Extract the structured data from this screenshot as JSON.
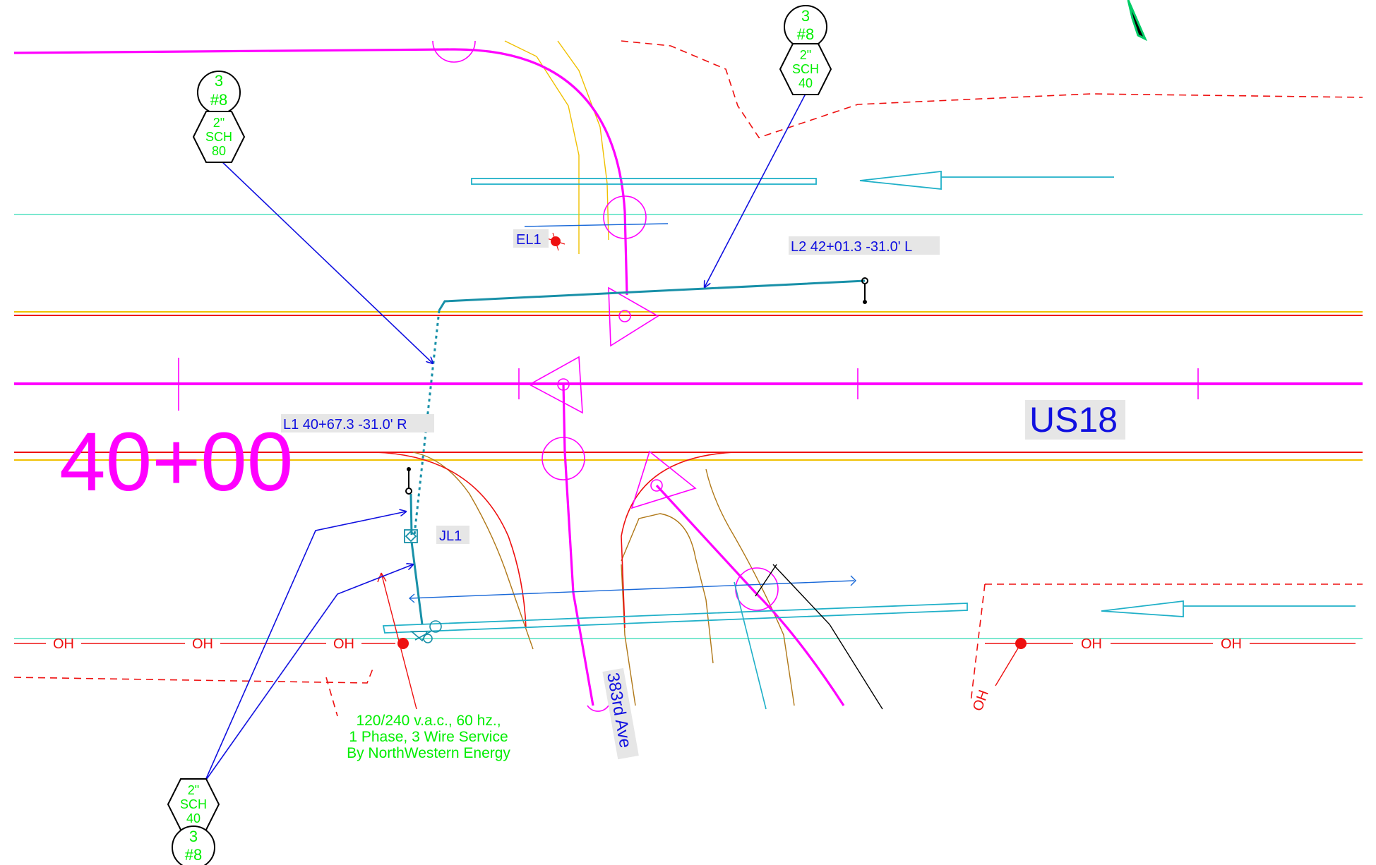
{
  "station_label": "40+00",
  "road_label": "US18",
  "cross_road_label": "383rd Ave",
  "labels": {
    "l2": "L2 42+01.3 -31.0' L",
    "l1": "L1 40+67.3 -31.0' R",
    "el1": "EL1",
    "jl1": "JL1"
  },
  "callouts": {
    "top_left": {
      "conductor_count": "3",
      "conductor_size": "#8",
      "conduit_size": "2\"",
      "conduit_schedule": "SCH",
      "conduit_schedule_no": "80"
    },
    "top_right": {
      "conductor_count": "3",
      "conductor_size": "#8",
      "conduit_size": "2\"",
      "conduit_schedule": "SCH",
      "conduit_schedule_no": "40"
    },
    "bottom_left": {
      "conductor_count": "3",
      "conductor_size": "#8",
      "conduit_size": "2\"",
      "conduit_schedule": "SCH",
      "conduit_schedule_no": "40"
    }
  },
  "service_note": {
    "line1": "120/240 v.a.c., 60 hz.,",
    "line2": "1 Phase, 3 Wire Service",
    "line3": "By NorthWestern Energy"
  },
  "overhead_line_tag": "OH",
  "colors": {
    "magenta": "#ff00ff",
    "green": "#00ee00",
    "blue": "#1010e0",
    "cyan": "#20b0c8",
    "teal": "#1890a8",
    "red": "#ee1010",
    "yellow": "#f0c000",
    "brown": "#b07818",
    "light_cyan": "#50e0c0"
  }
}
